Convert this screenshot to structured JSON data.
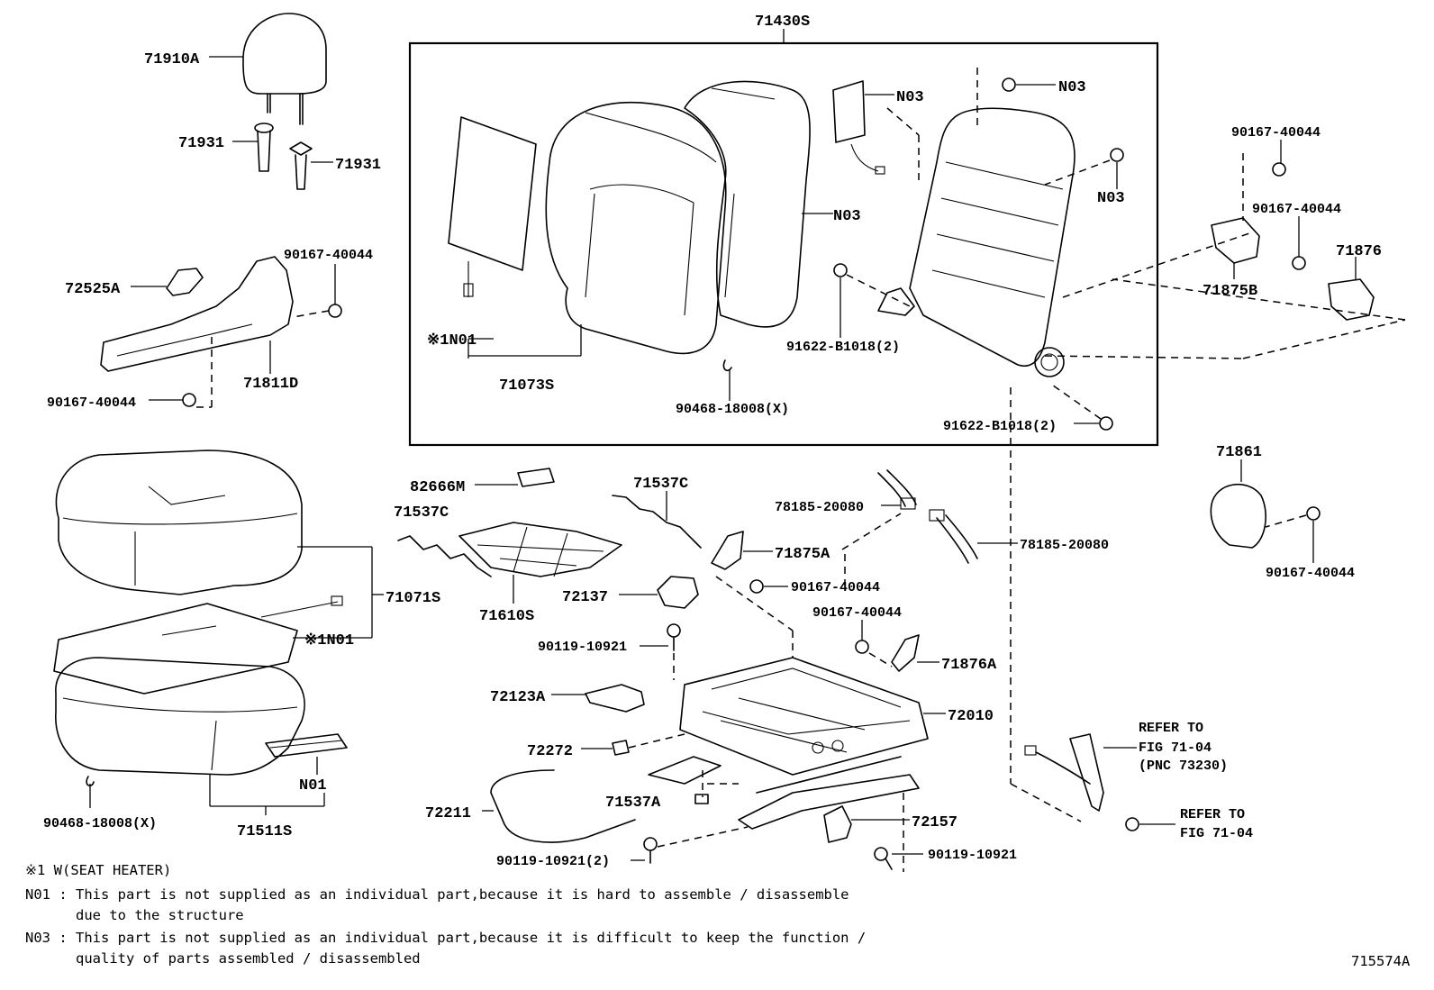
{
  "diagram_id": "715574A",
  "labels": {
    "l71430S": "71430S",
    "l71910A": "71910A",
    "l71931_a": "71931",
    "l71931_b": "71931",
    "l72525A": "72525A",
    "l90167_a": "90167-40044",
    "l71811D": "71811D",
    "l90167_b": "90167-40044",
    "lN03_a": "N03",
    "lN03_b": "N03",
    "lN03_c": "N03",
    "lN03_d": "N03",
    "lN01_top": "※1N01",
    "l71073S": "71073S",
    "l90468_top": "90468-18008(X)",
    "l91622_a": "91622-B1018(2)",
    "l91622_b": "91622-B1018(2)",
    "l90167_c": "90167-40044",
    "l90167_d": "90167-40044",
    "l71875B": "71875B",
    "l71876": "71876",
    "l71861": "71861",
    "l90167_e": "90167-40044",
    "l82666M": "82666M",
    "l71537C_a": "71537C",
    "l71537C_b": "71537C",
    "l71610S": "71610S",
    "l72137": "72137",
    "l71875A": "71875A",
    "l90167_f": "90167-40044",
    "l78185_a": "78185-20080",
    "l78185_b": "78185-20080",
    "l71071S": "71071S",
    "lN01_mid": "※1N01",
    "l90119_a": "90119-10921",
    "l90167_g": "90167-40044",
    "l71876A": "71876A",
    "l72123A": "72123A",
    "l72010": "72010",
    "l72272": "72272",
    "lN01_bot": "N01",
    "l71537A": "71537A",
    "l72211": "72211",
    "l72157": "72157",
    "l90468_bot": "90468-18008(X)",
    "l71511S": "71511S",
    "l90119_b": "90119-10921(2)",
    "l90119_c": "90119-10921",
    "refer1_a": "REFER TO",
    "refer1_b": "FIG 71-04",
    "refer1_c": "(PNC 73230)",
    "refer2_a": "REFER TO",
    "refer2_b": "FIG 71-04"
  },
  "notes": {
    "n1": "※1 W(SEAT HEATER)",
    "n2a": "N01 : This part is not supplied as an individual part,because  it is hard to assemble / disassemble",
    "n2b": "due to the structure",
    "n3a": "N03 : This part is not supplied as an individual part,because it is difficult to keep the function /",
    "n3b": "quality of parts assembled / disassembled"
  }
}
